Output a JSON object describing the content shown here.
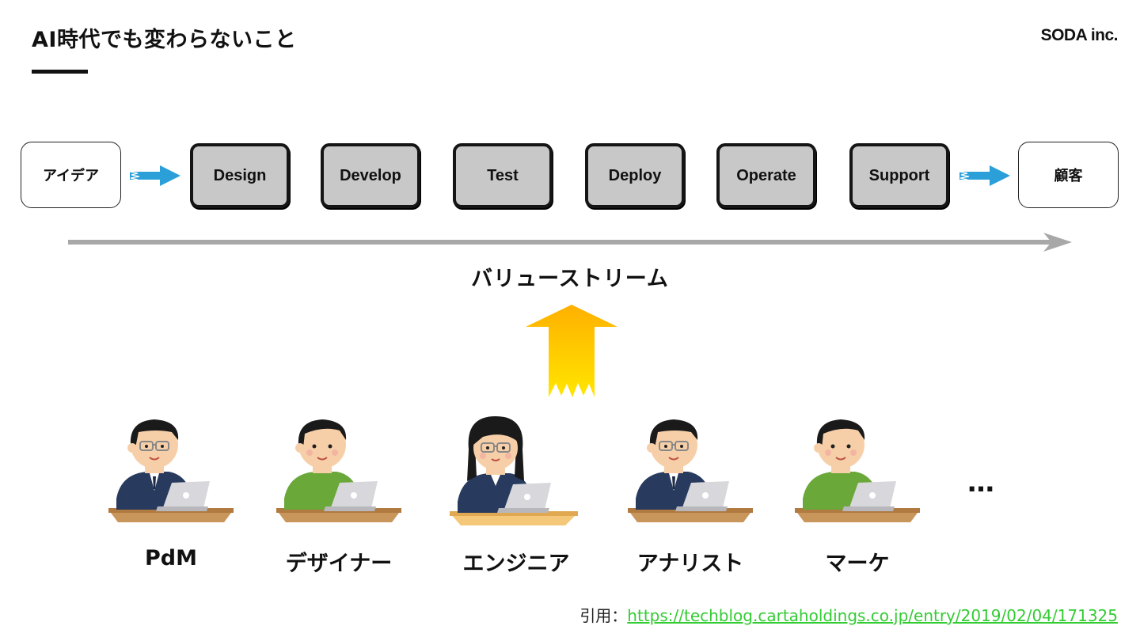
{
  "header": {
    "title": "AI時代でも変わらないこと",
    "logo": "SODA inc."
  },
  "flow": {
    "start": "アイデア",
    "stages": [
      "Design",
      "Develop",
      "Test",
      "Deploy",
      "Operate",
      "Support"
    ],
    "end": "顧客"
  },
  "value_stream_label": "バリューストリーム",
  "roles": [
    "PdM",
    "デザイナー",
    "エンジニア",
    "アナリスト",
    "マーケ"
  ],
  "ellipsis": "…",
  "citation": {
    "prefix": "引用：",
    "url": "https://techblog.cartaholdings.co.jp/entry/2019/02/04/171325"
  },
  "icons": {
    "flow_arrow": "blue-arrow-icon",
    "value_stream_arrow": "gray-arrow-icon",
    "up_arrow": "gradient-up-arrow-icon",
    "person": "person-at-laptop-icon"
  },
  "colors": {
    "stage_fill": "#c8c8c8",
    "flow_arrow": "#2a9fd8",
    "value_stream_arrow": "#a8a8a8",
    "up_arrow_top": "#ffb000",
    "up_arrow_bottom": "#ffe600",
    "link": "#33cc33"
  }
}
